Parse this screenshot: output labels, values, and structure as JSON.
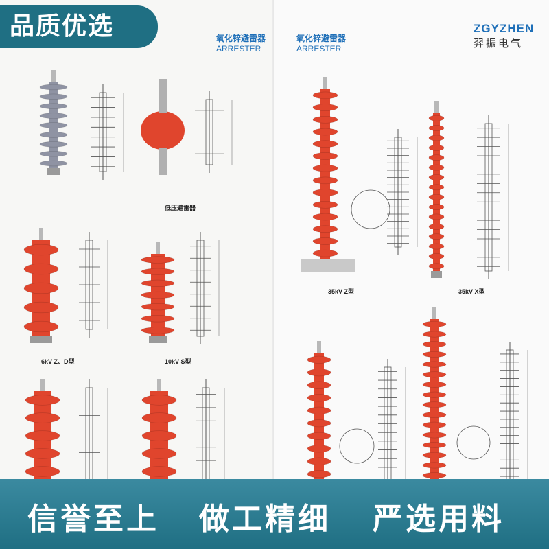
{
  "badge": {
    "label": "品质优选"
  },
  "header_left": {
    "cn": "氧化锌避雷器",
    "en": "ARRESTER"
  },
  "header_right": {
    "cn": "氧化锌避雷器",
    "en": "ARRESTER"
  },
  "logo": {
    "en": "ZGYZHEN",
    "cn": "羿振电气"
  },
  "captions": {
    "low_voltage": "低压避雷器",
    "kv6": "6kV Z、D型",
    "kv10": "10kV S型",
    "kv35z": "35kV Z型",
    "kv35x": "35kV X型"
  },
  "footer": {
    "slogan1": "信誉至上",
    "slogan2": "做工精细",
    "slogan3": "严选用料"
  },
  "colors": {
    "brand": "#1f6f83",
    "accent_blue": "#1e6fb8",
    "insulator_red": "#e0452d",
    "insulator_grey": "#8f93a3"
  }
}
